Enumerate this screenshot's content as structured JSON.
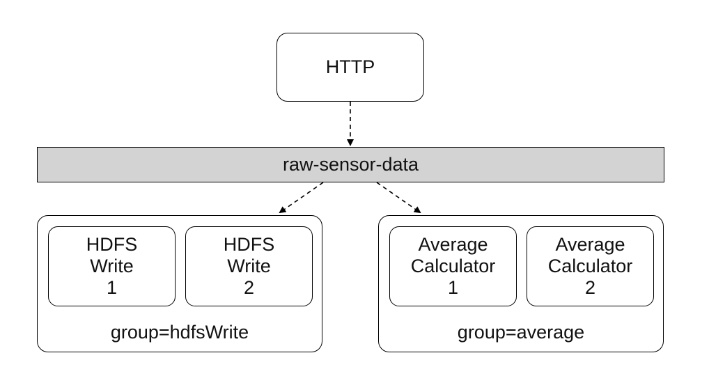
{
  "source": {
    "label": "HTTP"
  },
  "topic": {
    "label": "raw-sensor-data"
  },
  "groups": [
    {
      "label": "group=hdfsWrite",
      "workers": [
        {
          "line1": "HDFS",
          "line2": "Write",
          "line3": "1"
        },
        {
          "line1": "HDFS",
          "line2": "Write",
          "line3": "2"
        }
      ]
    },
    {
      "label": "group=average",
      "workers": [
        {
          "line1": "Average",
          "line2": "Calculator",
          "line3": "1"
        },
        {
          "line1": "Average",
          "line2": "Calculator",
          "line3": "2"
        }
      ]
    }
  ]
}
